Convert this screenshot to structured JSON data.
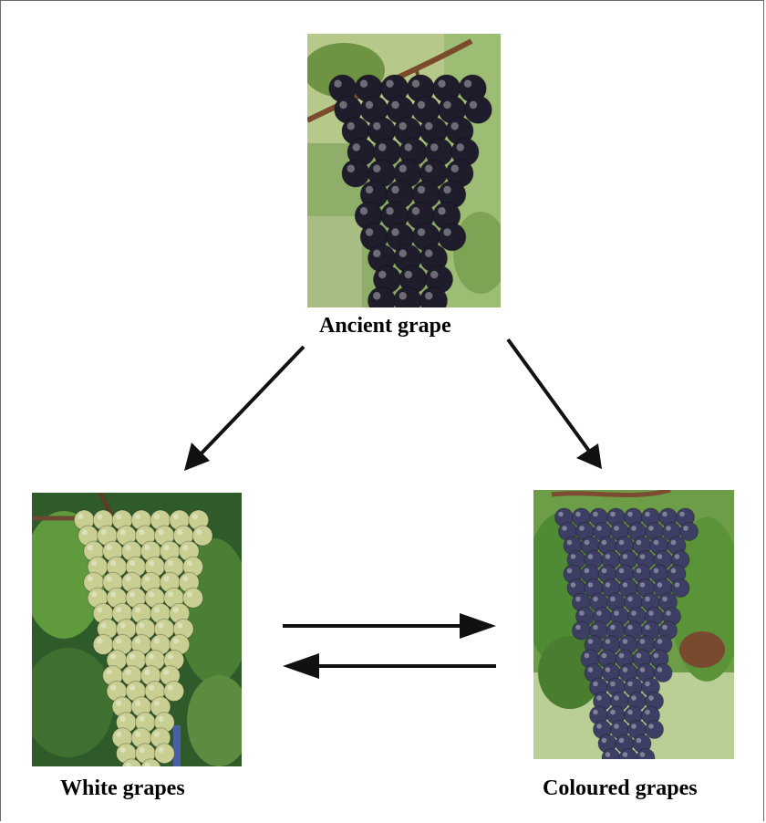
{
  "diagram": {
    "nodes": [
      {
        "id": "ancient",
        "label": "Ancient grape",
        "berry_color": "#1f1c2c"
      },
      {
        "id": "white",
        "label": "White grapes",
        "berry_color": "#c9cf93"
      },
      {
        "id": "colored",
        "label": "Coloured grapes",
        "berry_color": "#3c3e63"
      }
    ],
    "edges": [
      {
        "from": "ancient",
        "to": "white"
      },
      {
        "from": "ancient",
        "to": "colored"
      },
      {
        "from": "white",
        "to": "colored"
      },
      {
        "from": "colored",
        "to": "white"
      }
    ]
  },
  "colors": {
    "arrow": "#111111",
    "foliage": "#6f9a46",
    "background_light": "#d8e3b8"
  }
}
